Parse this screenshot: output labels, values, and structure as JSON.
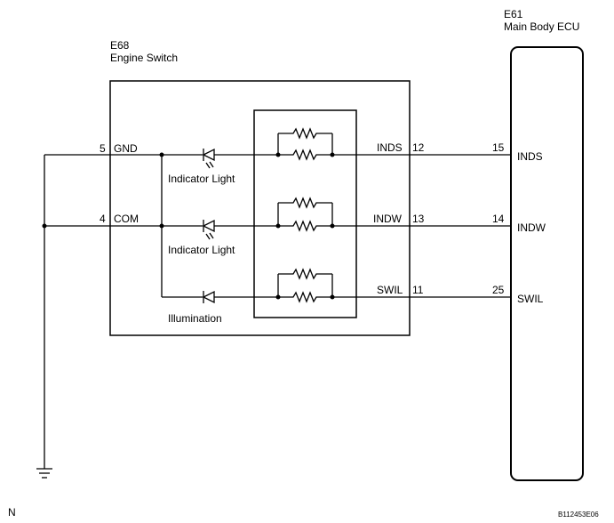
{
  "engine_switch": {
    "code": "E68",
    "name": "Engine Switch",
    "pins": [
      {
        "num": "5",
        "name": "GND"
      },
      {
        "num": "4",
        "name": "COM"
      }
    ],
    "lights": [
      {
        "label": "Indicator Light"
      },
      {
        "label": "Indicator Light"
      },
      {
        "label": "Illumination"
      }
    ],
    "outputs": [
      {
        "name": "INDS",
        "num": "12"
      },
      {
        "name": "INDW",
        "num": "13"
      },
      {
        "name": "SWIL",
        "num": "11"
      }
    ]
  },
  "ecu": {
    "code": "E61",
    "name": "Main Body ECU",
    "pins": [
      {
        "num": "15",
        "name": "INDS"
      },
      {
        "num": "14",
        "name": "INDW"
      },
      {
        "num": "25",
        "name": "SWIL"
      }
    ]
  },
  "ground_label": "N",
  "figure_code": "B112453E06",
  "colors": {
    "line": "#000000",
    "background": "#ffffff"
  }
}
